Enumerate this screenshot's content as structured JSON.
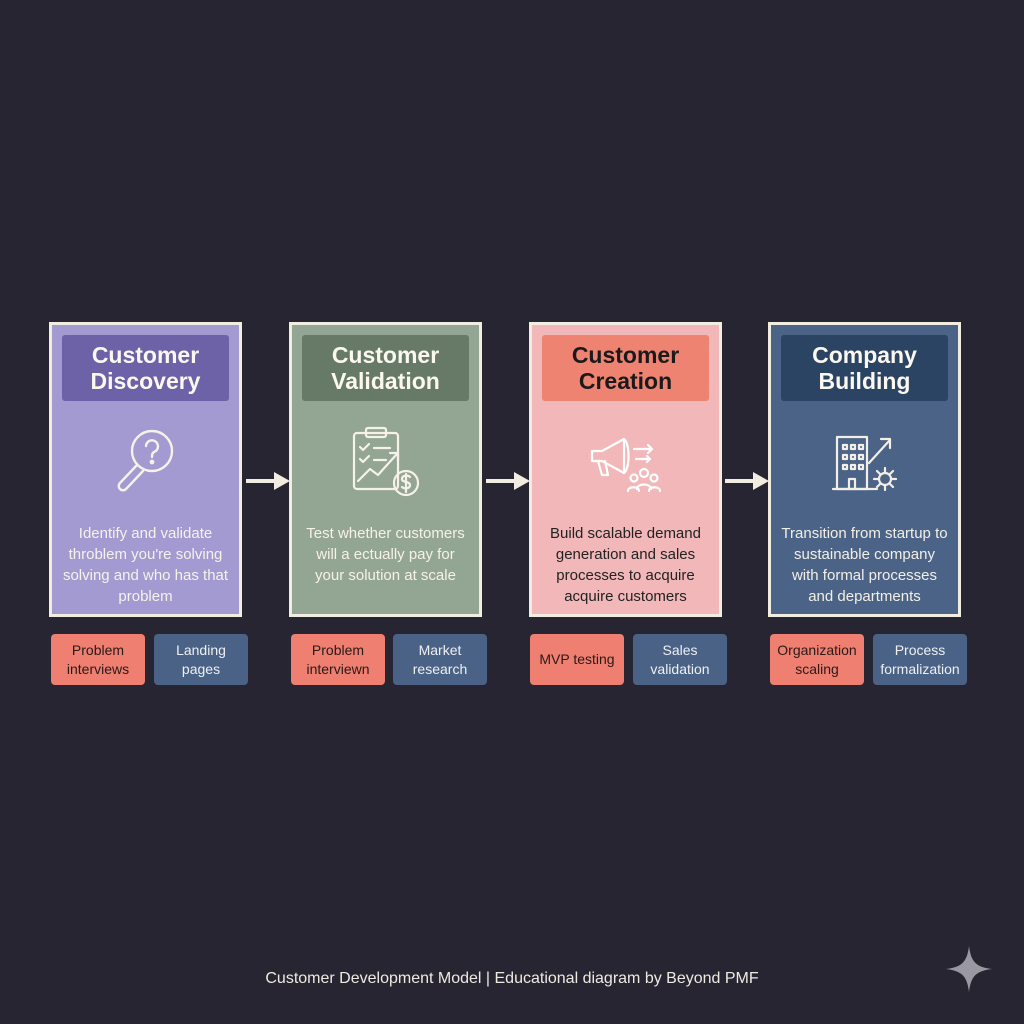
{
  "stages": [
    {
      "title": "Customer Discovery",
      "description": "Identify and validate throblem you're solving solving and who has that problem",
      "icon": "magnifier-question-icon",
      "tags": [
        "Problem interviews",
        "Landing pages"
      ]
    },
    {
      "title": "Customer Validation",
      "description": "Test whether customers will a ectually pay for your solution at scale",
      "icon": "clipboard-growth-dollar-icon",
      "tags": [
        "Problem interviewn",
        "Market research"
      ]
    },
    {
      "title": "Customer Creation",
      "description": "Build scalable demand generation and sales processes to acquire acquire customers",
      "icon": "megaphone-audience-icon",
      "tags": [
        "MVP testing",
        "Sales validation"
      ]
    },
    {
      "title": "Company Building",
      "description": "Transition from startup to sustainable company with formal processes and departments",
      "icon": "building-gear-growth-icon",
      "tags": [
        "Organization scaling",
        "Process formalization"
      ]
    }
  ],
  "footer": "Customer Development Model | Educational diagram by Beyond PMF",
  "colors": {
    "background": "#272532",
    "discovery": "#a39ad2",
    "validation": "#93a593",
    "creation": "#f2b7b9",
    "building": "#4b6386",
    "tag_red": "#ef7f70",
    "tag_blue": "#4a6285",
    "border": "#f1ede0"
  }
}
